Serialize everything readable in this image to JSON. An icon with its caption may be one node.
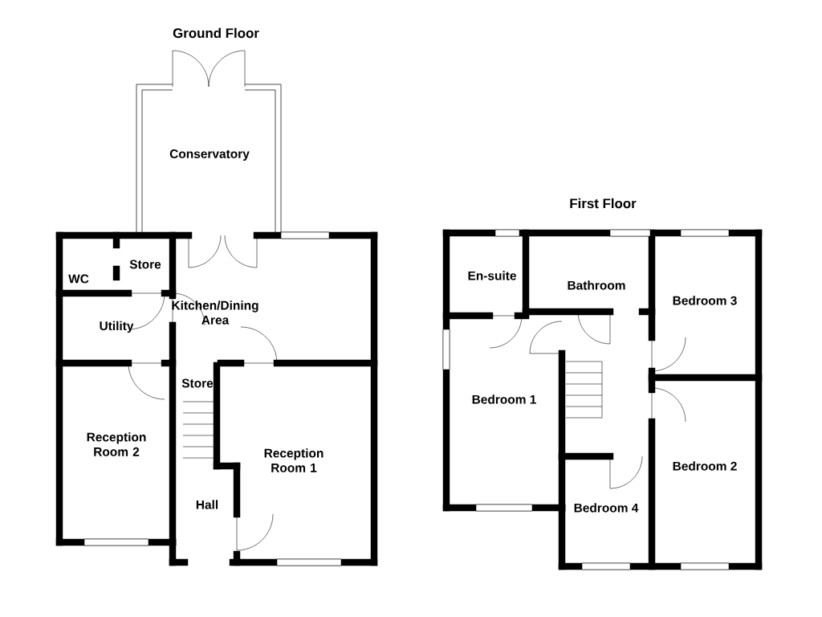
{
  "diagram": {
    "nodes": [
      {
        "text": [
          "Conservatory"
        ]
      },
      {
        "text": [
          "WC"
        ]
      },
      {
        "text": [
          "Store"
        ]
      },
      {
        "text": [
          "Kitchen/Dining Area"
        ]
      },
      {
        "text": [
          "Utility"
        ]
      },
      {
        "text": [
          "Store"
        ]
      },
      {
        "text": [
          "Reception Room 2"
        ]
      },
      {
        "text": [
          "Reception Room 1"
        ]
      },
      {
        "text": [
          "Hall"
        ]
      },
      {
        "text": [
          "En-suite"
        ]
      },
      {
        "text": [
          "Bathroom"
        ]
      },
      {
        "text": [
          "Bedroom 3"
        ]
      },
      {
        "text": [
          "Bedroom 1"
        ]
      },
      {
        "text": [
          "Bedroom 2"
        ]
      },
      {
        "text": [
          "Bedroom 4"
        ]
      }
    ],
    "labels": [
      "Ground Floor",
      "First Floor"
    ]
  }
}
